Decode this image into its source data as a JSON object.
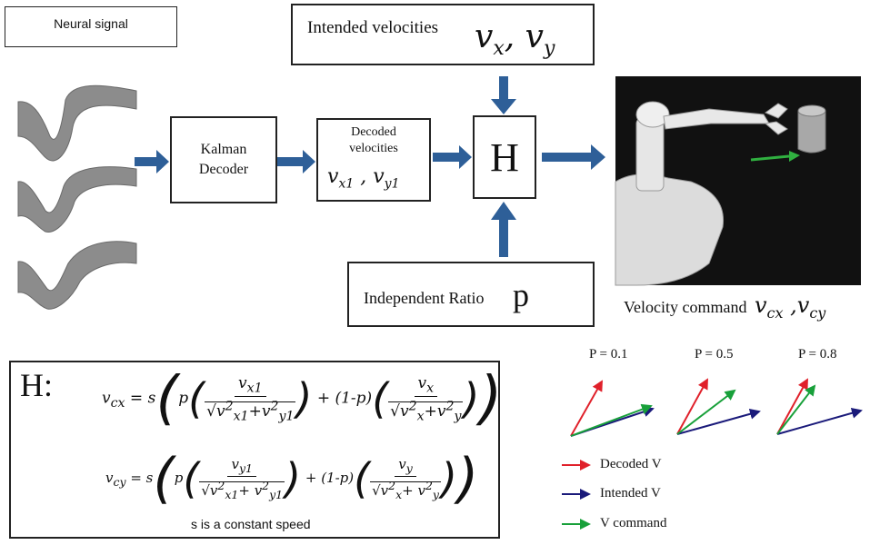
{
  "neural_signal": {
    "label": "Neural signal"
  },
  "intended": {
    "label": "Intended velocities",
    "formula": "vx, vy"
  },
  "kalman": {
    "label_line1": "Kalman",
    "label_line2": "Decoder"
  },
  "decoded": {
    "label_line1": "Decoded",
    "label_line2": "velocities",
    "formula": "vx1 , vy1"
  },
  "h_block": {
    "label": "H"
  },
  "ratio": {
    "label": "Independent Ratio",
    "symbol": "p"
  },
  "robot": {
    "caption": "Velocity command",
    "caption_formula": "vcx ,vcy"
  },
  "equations": {
    "title": "H:",
    "footer": "s is a constant speed",
    "lhs1": "vcx",
    "lhs2": "vcy",
    "s": "s",
    "p": "p",
    "one_minus_p": "(1-p)",
    "vx1": "vx1",
    "vy1": "vy1",
    "vx": "vx",
    "vy": "vy"
  },
  "vector_panels": [
    {
      "label": "P = 0.1"
    },
    {
      "label": "P = 0.5"
    },
    {
      "label": "P = 0.8"
    }
  ],
  "legend": [
    {
      "label": "Decoded V",
      "color": "#e0202a"
    },
    {
      "label": "Intended V",
      "color": "#1a1a7a"
    },
    {
      "label": "V command",
      "color": "#18a03a"
    }
  ],
  "colors": {
    "arrow_blue": "#2e5f98",
    "waveform": "#8c8c8c",
    "robot_bg": "#111111"
  }
}
